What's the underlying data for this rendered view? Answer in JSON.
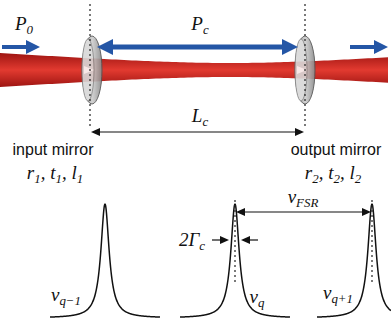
{
  "diagram": {
    "labels": [
      "P0",
      "Pc",
      "input mirror",
      "Lc",
      "output mirror",
      "r1, t1, l1",
      "r2, t2, l2",
      "νFSR",
      "2Γc",
      "νq−1",
      "νq",
      "νq+1"
    ]
  }
}
